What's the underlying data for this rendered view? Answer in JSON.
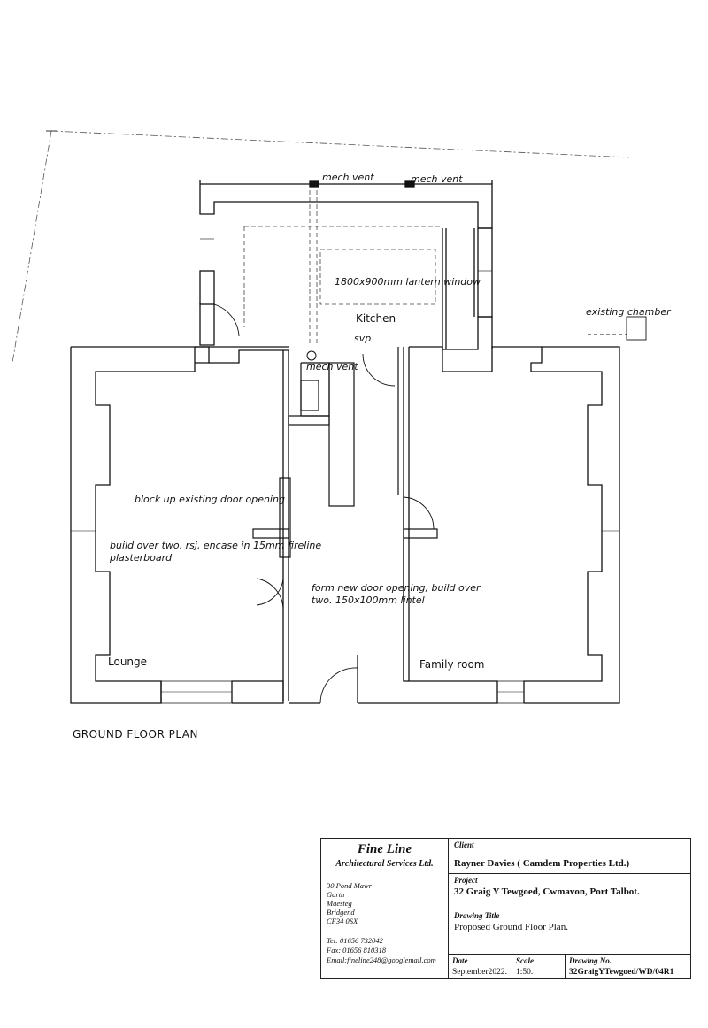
{
  "plan": {
    "title": "GROUND FLOOR PLAN",
    "rooms": {
      "kitchen": "Kitchen",
      "lounge": "Lounge",
      "family_room": "Family room"
    },
    "annotations": {
      "mech_vent_1": "mech vent",
      "mech_vent_2": "mech vent",
      "mech_vent_3": "mech vent",
      "lantern": "1800x900mm lantern window",
      "existing_chamber": "existing chamber",
      "svp": "svp",
      "block_up": "block up existing door opening",
      "build_over_1": "build over two. rsj, encase in 15mm fireline",
      "build_over_2": "plasterboard",
      "form_door_1": "form new door opening, build over",
      "form_door_2": "two. 150x100mm lintel"
    }
  },
  "title_block": {
    "firm_name": "Fine Line",
    "firm_subtitle": "Architectural Services Ltd.",
    "address": [
      "30 Pond Mawr",
      "Garth",
      "Maesteg",
      "Bridgend",
      "CF34 0SX"
    ],
    "tel": "Tel: 01656 732042",
    "fax": "Fax: 01656 810318",
    "email": "Email:fineline248@googlemail.com",
    "client_label": "Client",
    "client_value": "Rayner Davies ( Camdem Properties Ltd.)",
    "project_label": "Project",
    "project_value": "32 Graig Y Tewgoed, Cwmavon, Port Talbot.",
    "drawing_title_label": "Drawing Title",
    "drawing_title_value": "Proposed Ground Floor Plan.",
    "date_label": "Date",
    "date_value": "September2022.",
    "scale_label": "Scale",
    "scale_value": "1:50.",
    "drawing_no_label": "Drawing No.",
    "drawing_no_value": "32GraigYTewgoed/WD/04R1"
  }
}
